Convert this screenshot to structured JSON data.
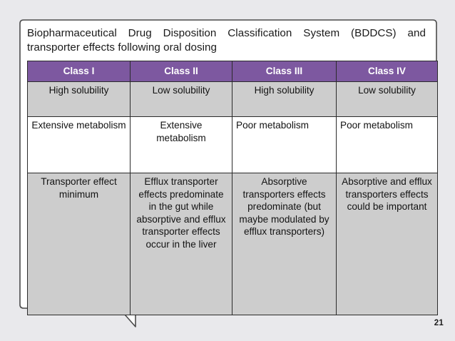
{
  "slide": {
    "page_number": "21",
    "title": "Biopharmaceutical Drug Disposition Classification System (BDDCS) and transporter effects following oral dosing",
    "accent_color": "#7d58a0",
    "row_shade_color": "#cdcdcd",
    "background_color": "#e9e9ec",
    "border_color": "#2b2b2b"
  },
  "table": {
    "headers": [
      "Class I",
      "Class II",
      "Class III",
      "Class IV"
    ],
    "rows": [
      {
        "name": "solubility",
        "shade": "gray",
        "cells": [
          "High solubility",
          "Low solubility",
          "High solubility",
          "Low solubility"
        ]
      },
      {
        "name": "metabolism",
        "shade": "white",
        "cells": [
          "Extensive metabolism",
          "Extensive metabolism",
          "Poor metabolism",
          "Poor metabolism"
        ]
      },
      {
        "name": "transporter-effects",
        "shade": "gray",
        "cells": [
          "Transporter effect minimum",
          "Efflux transporter effects predominate in the gut while absorptive and efflux transporter effects occur in the liver",
          "Absorptive transporters effects predominate (but maybe modulated by efflux transporters)",
          "Absorptive and efflux transporters effects could be important"
        ]
      }
    ]
  }
}
